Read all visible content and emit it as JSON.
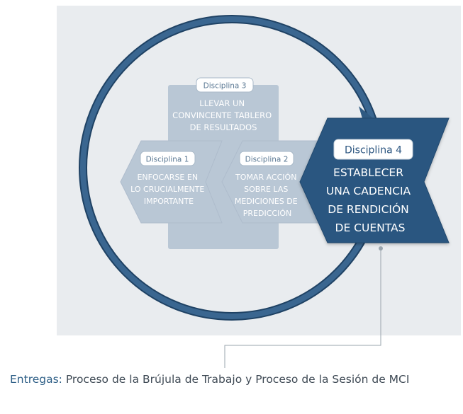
{
  "colors": {
    "panel_bg": "#e9ecef",
    "ring": "#2f5a82",
    "faded_block": "#b9c7d5",
    "faded_text": "#ffffff",
    "faded_tag_text": "#5a7893",
    "dark_block": "#2c5680",
    "caption_label": "#2d5e86",
    "caption_text": "#3f4a55"
  },
  "disciplines": [
    {
      "tag": "Disciplina 1",
      "lines": [
        "ENFOCARSE EN",
        "LO CRUCIALMENTE",
        "IMPORTANTE"
      ]
    },
    {
      "tag": "Disciplina 2",
      "lines": [
        "TOMAR ACCIÓN",
        "SOBRE LAS",
        "MEDICIONES DE",
        "PREDICCIÓN"
      ]
    },
    {
      "tag": "Disciplina 3",
      "lines": [
        "LLEVAR UN",
        "CONVINCENTE TABLERO",
        "DE RESULTADOS"
      ]
    },
    {
      "tag": "Disciplina 4",
      "lines": [
        "ESTABLECER",
        "UNA CADENCIA",
        "DE RENDICIÓN",
        "DE CUENTAS"
      ]
    }
  ],
  "caption": {
    "label": "Entregas:",
    "text": " Proceso de la Brújula de Trabajo y Proceso de la Sesión de MCI"
  }
}
